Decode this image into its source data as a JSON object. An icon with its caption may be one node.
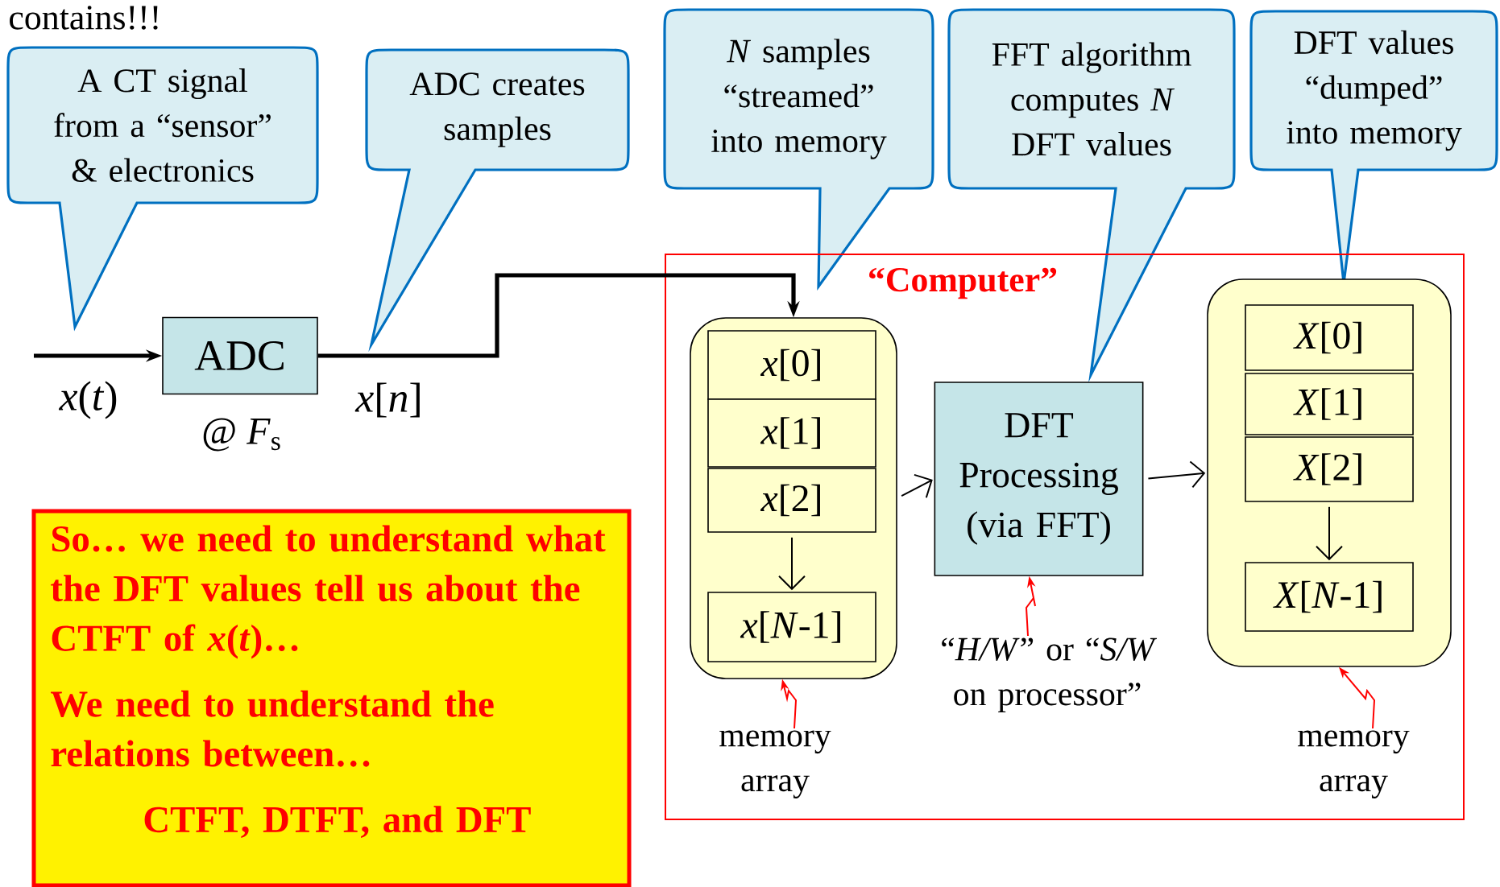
{
  "diagram": {
    "nodes": [
      {
        "text": [
          "A CT signal from a “sensor” & electronics"
        ]
      },
      {
        "text": [
          "ADC creates samples"
        ]
      },
      {
        "text": [
          "*N* samples “streamed” into memory"
        ]
      },
      {
        "text": [
          "FFT algorithm computes *N* DFT values"
        ]
      },
      {
        "text": [
          "DFT values “dumped” into memory"
        ]
      },
      {
        "text": [
          "ADC"
        ],
        "beside": [
          "@ *F*$_{s}$"
        ]
      },
      {
        "text": [
          "“Computer”"
        ]
      },
      {
        "text": [],
        "shape": "box",
        "in": 6
      },
      {
        "text": [
          "*x*[0]"
        ],
        "in": 7
      },
      {
        "text": [
          "*x*[1]"
        ],
        "in": 7
      },
      {
        "text": [
          "*x*[2]"
        ],
        "in": 7
      },
      {
        "text": [
          "*x*[*N*-1]"
        ],
        "in": 7
      },
      {
        "text": [
          "DFT Processing (via FFT)"
        ],
        "in": 6
      },
      {
        "text": [],
        "shape": "box",
        "in": 6
      },
      {
        "text": [
          "*X*[0]"
        ],
        "in": 13
      },
      {
        "text": [
          "*X*[1]"
        ],
        "in": 13
      },
      {
        "text": [
          "*X*[2]"
        ],
        "in": 13
      },
      {
        "text": [
          "*X*[*N*-1]"
        ],
        "in": 13
      },
      {
        "text": [
          "memory array"
        ],
        "in": 6
      },
      {
        "text": [
          "“*H/W*” or “*S/W* on processor”"
        ],
        "in": 6
      },
      {
        "text": [
          "memory array"
        ],
        "in": 6
      },
      {
        "text": [
          "So… we need to understand what the DFT values tell us about the CTFT of *x*(*t*)…",
          "We need to understand the relations between…",
          "CTFT, DTFT, and DFT"
        ]
      }
    ],
    "edges": [
      {
        "from": null,
        "to": 5,
        "arrow": "to",
        "label": "*x*(*t*)",
        "style": "thick"
      },
      {
        "from": 5,
        "to": 7,
        "arrow": "to",
        "label": "*x*[*n*]",
        "style": "thick"
      },
      {
        "from": 7,
        "to": 12,
        "arrow": "to"
      },
      {
        "from": 12,
        "to": 13,
        "arrow": "to"
      },
      {
        "from": 10,
        "to": 11,
        "arrow": "to"
      },
      {
        "from": 16,
        "to": 17,
        "arrow": "to"
      },
      {
        "from": 18,
        "to": 7,
        "arrow": "to",
        "color": "#ff0000"
      },
      {
        "from": 19,
        "to": 12,
        "arrow": "to",
        "color": "#ff0000"
      },
      {
        "from": 20,
        "to": 13,
        "arrow": "to",
        "color": "#ff0000"
      }
    ],
    "labels": [
      "contains!!!"
    ]
  }
}
